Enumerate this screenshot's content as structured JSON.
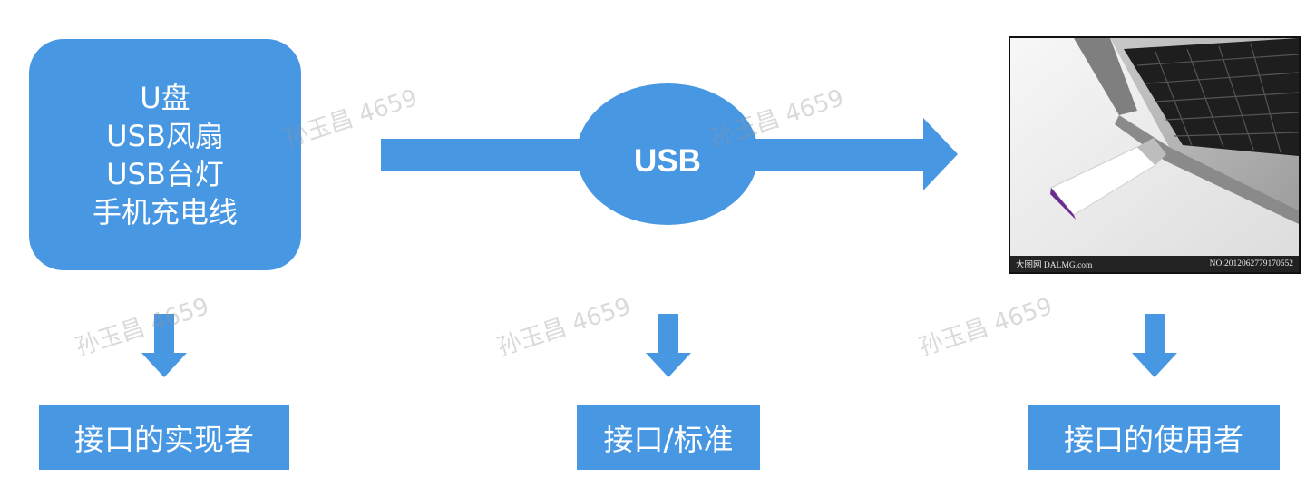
{
  "implementers": {
    "items": [
      "U盘",
      "USB风扇",
      "USB台灯",
      "手机充电线"
    ]
  },
  "interface_label": "USB",
  "photo": {
    "caption_left": "大图网 DALMG.com",
    "caption_right": "NO:20120627791705​52"
  },
  "labels": {
    "implementer": "接口的实现者",
    "standard": "接口/标准",
    "user": "接口的使用者"
  },
  "watermark_text": "孙玉昌 4659",
  "colors": {
    "primary": "#4797e3",
    "text_on_primary": "#ffffff"
  }
}
